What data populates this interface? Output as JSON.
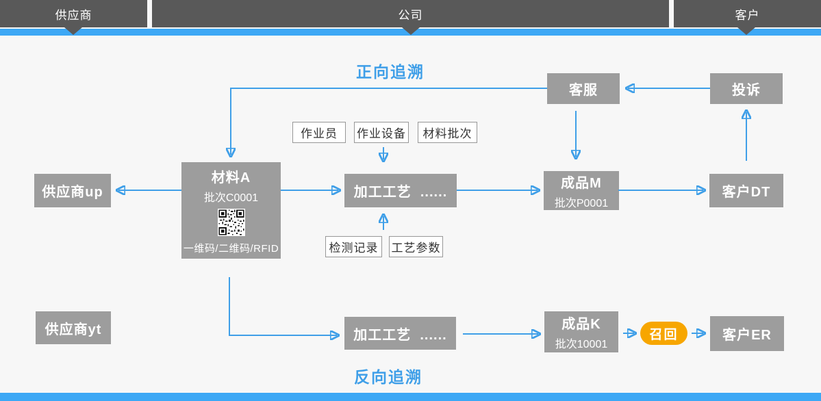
{
  "colors": {
    "header_bg": "#595959",
    "bar_blue": "#3DA8F5",
    "arrow_blue": "#3F9FE8",
    "node_gray": "#9D9D9D",
    "recall_orange": "#F7A600",
    "page_bg": "#F7F7F7"
  },
  "header": {
    "segments": [
      {
        "label": "供应商"
      },
      {
        "label": "公司"
      },
      {
        "label": "客户"
      }
    ]
  },
  "titles": {
    "forward": "正向追溯",
    "backward": "反向追溯"
  },
  "nodes": {
    "customer_service": "客服",
    "complaint": "投诉",
    "supplier_up": "供应商up",
    "material_a": {
      "title": "材料A",
      "batch": "批次C0001",
      "codes": "一维码/二维码/RFID"
    },
    "process_1": "加工工艺  ......",
    "product_m": {
      "title": "成品M",
      "batch": "批次P0001"
    },
    "customer_dt": "客户DT",
    "supplier_yt": "供应商yt",
    "process_2": "加工工艺  ......",
    "product_k": {
      "title": "成品K",
      "batch": "批次10001"
    },
    "recall": "召回",
    "customer_er": "客户ER"
  },
  "tags": {
    "operator": "作业员",
    "equipment": "作业设备",
    "material_batch": "材料批次",
    "inspection_record": "检测记录",
    "process_params": "工艺参数"
  }
}
